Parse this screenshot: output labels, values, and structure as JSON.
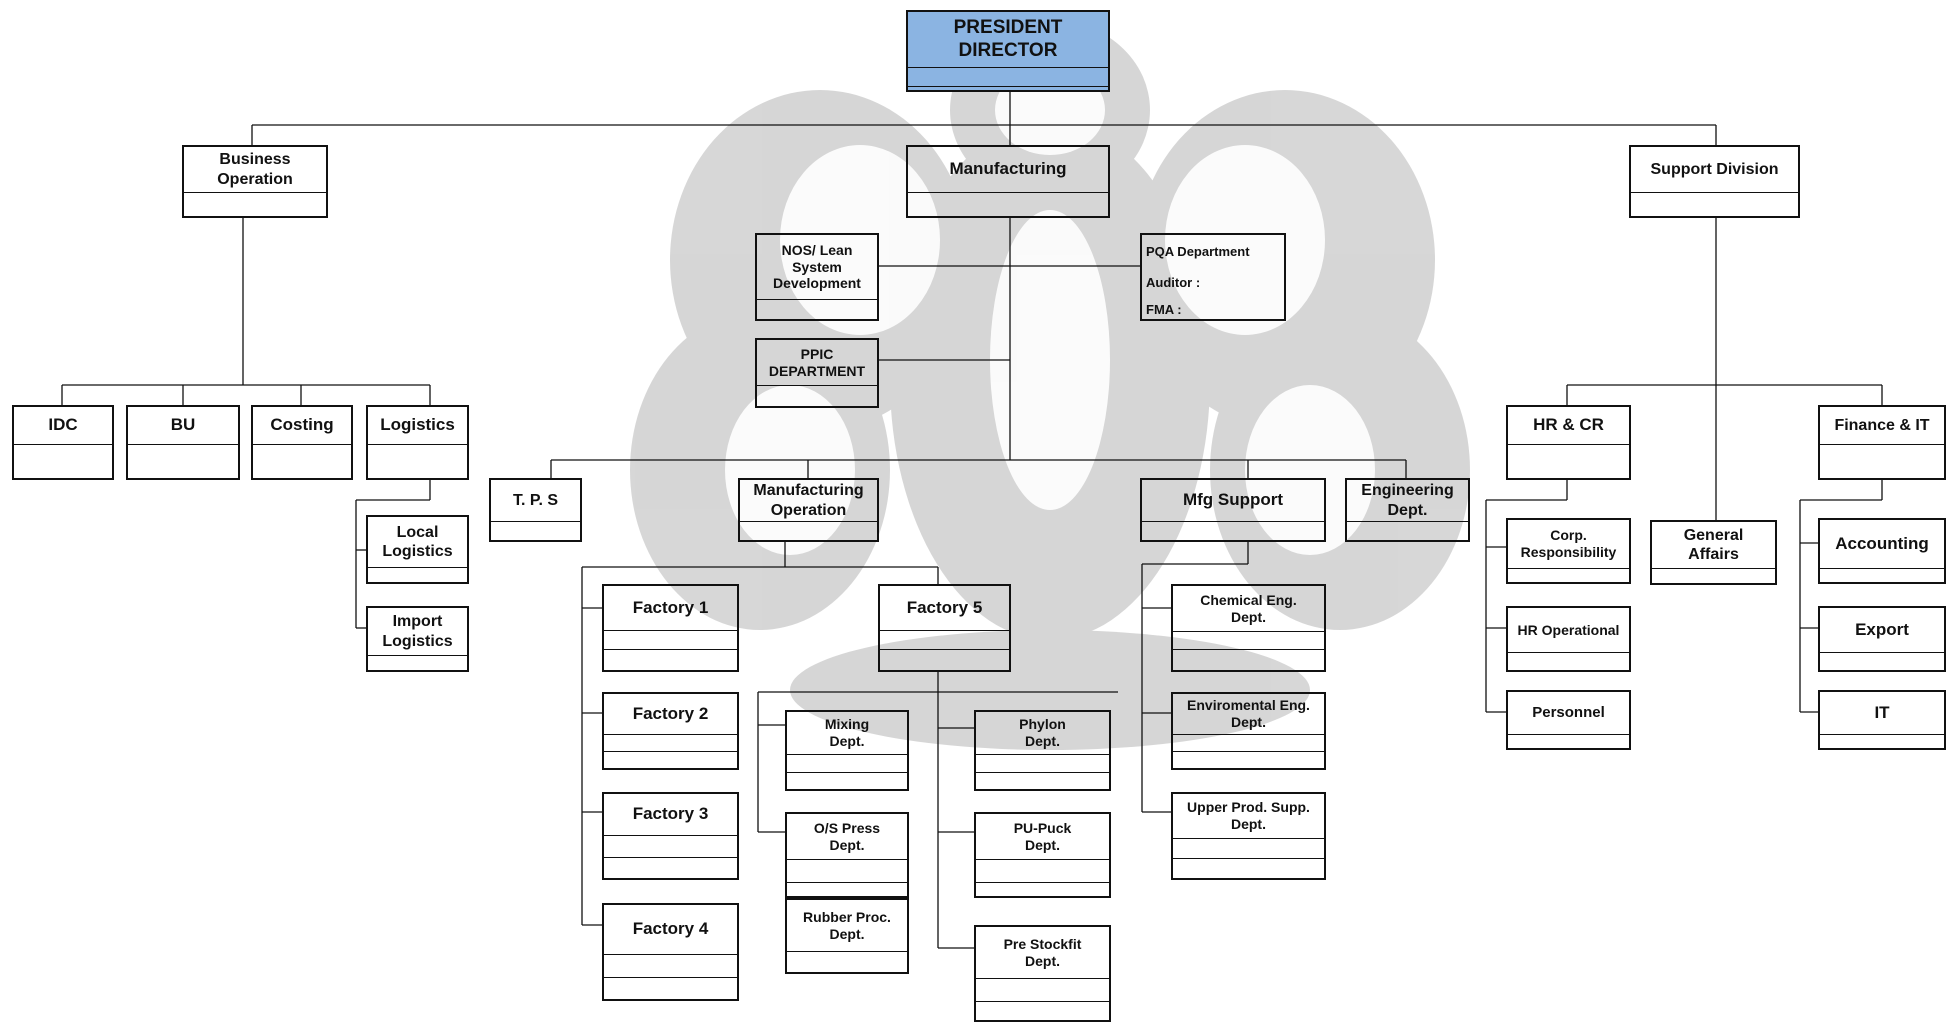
{
  "chart": {
    "title": "PRESIDENT DIRECTOR",
    "accent_color": "#8bb4e2",
    "line_color": "#111111",
    "watermark_color": "#d0d0d0"
  },
  "nodes": {
    "president": "PRESIDENT\nDIRECTOR",
    "business_operation": "Business\nOperation",
    "manufacturing": "Manufacturing",
    "support_division": "Support Division",
    "nos_lean": "NOS/ Lean\nSystem\nDevelopment",
    "pqa_department": "PQA Department",
    "pqa_auditor": "Auditor :",
    "pqa_fma": "FMA :",
    "ppic": "PPIC\nDEPARTMENT",
    "idc": "IDC",
    "bu": "BU",
    "costing": "Costing",
    "logistics": "Logistics",
    "local_logistics": "Local\nLogistics",
    "import_logistics": "Import\nLogistics",
    "tps": "T. P. S",
    "manufacturing_operation": "Manufacturing\nOperation",
    "mfg_support": "Mfg Support",
    "engineering_dept": "Engineering\nDept.",
    "factory_1": "Factory 1",
    "factory_2": "Factory 2",
    "factory_3": "Factory 3",
    "factory_4": "Factory 4",
    "factory_5": "Factory 5",
    "mixing_dept": "Mixing\nDept.",
    "os_press_dept": "O/S Press\nDept.",
    "rubber_proc_dept": "Rubber Proc.\nDept.",
    "phylon_dept": "Phylon\nDept.",
    "pu_puck_dept": "PU-Puck\nDept.",
    "pre_stockfit_dept": "Pre Stockfit\nDept.",
    "chemical_eng_dept": "Chemical Eng.\nDept.",
    "enviromental_eng_dept": "Enviromental Eng.\nDept.",
    "upper_prod_supp_dept": "Upper Prod. Supp.\nDept.",
    "hr_cr": "HR & CR",
    "general_affairs": "General\nAffairs",
    "finance_it": "Finance & IT",
    "corp_responsibility": "Corp.\nResponsibility",
    "hr_operational": "HR Operational",
    "personnel": "Personnel",
    "accounting": "Accounting",
    "export": "Export",
    "it": "IT"
  }
}
